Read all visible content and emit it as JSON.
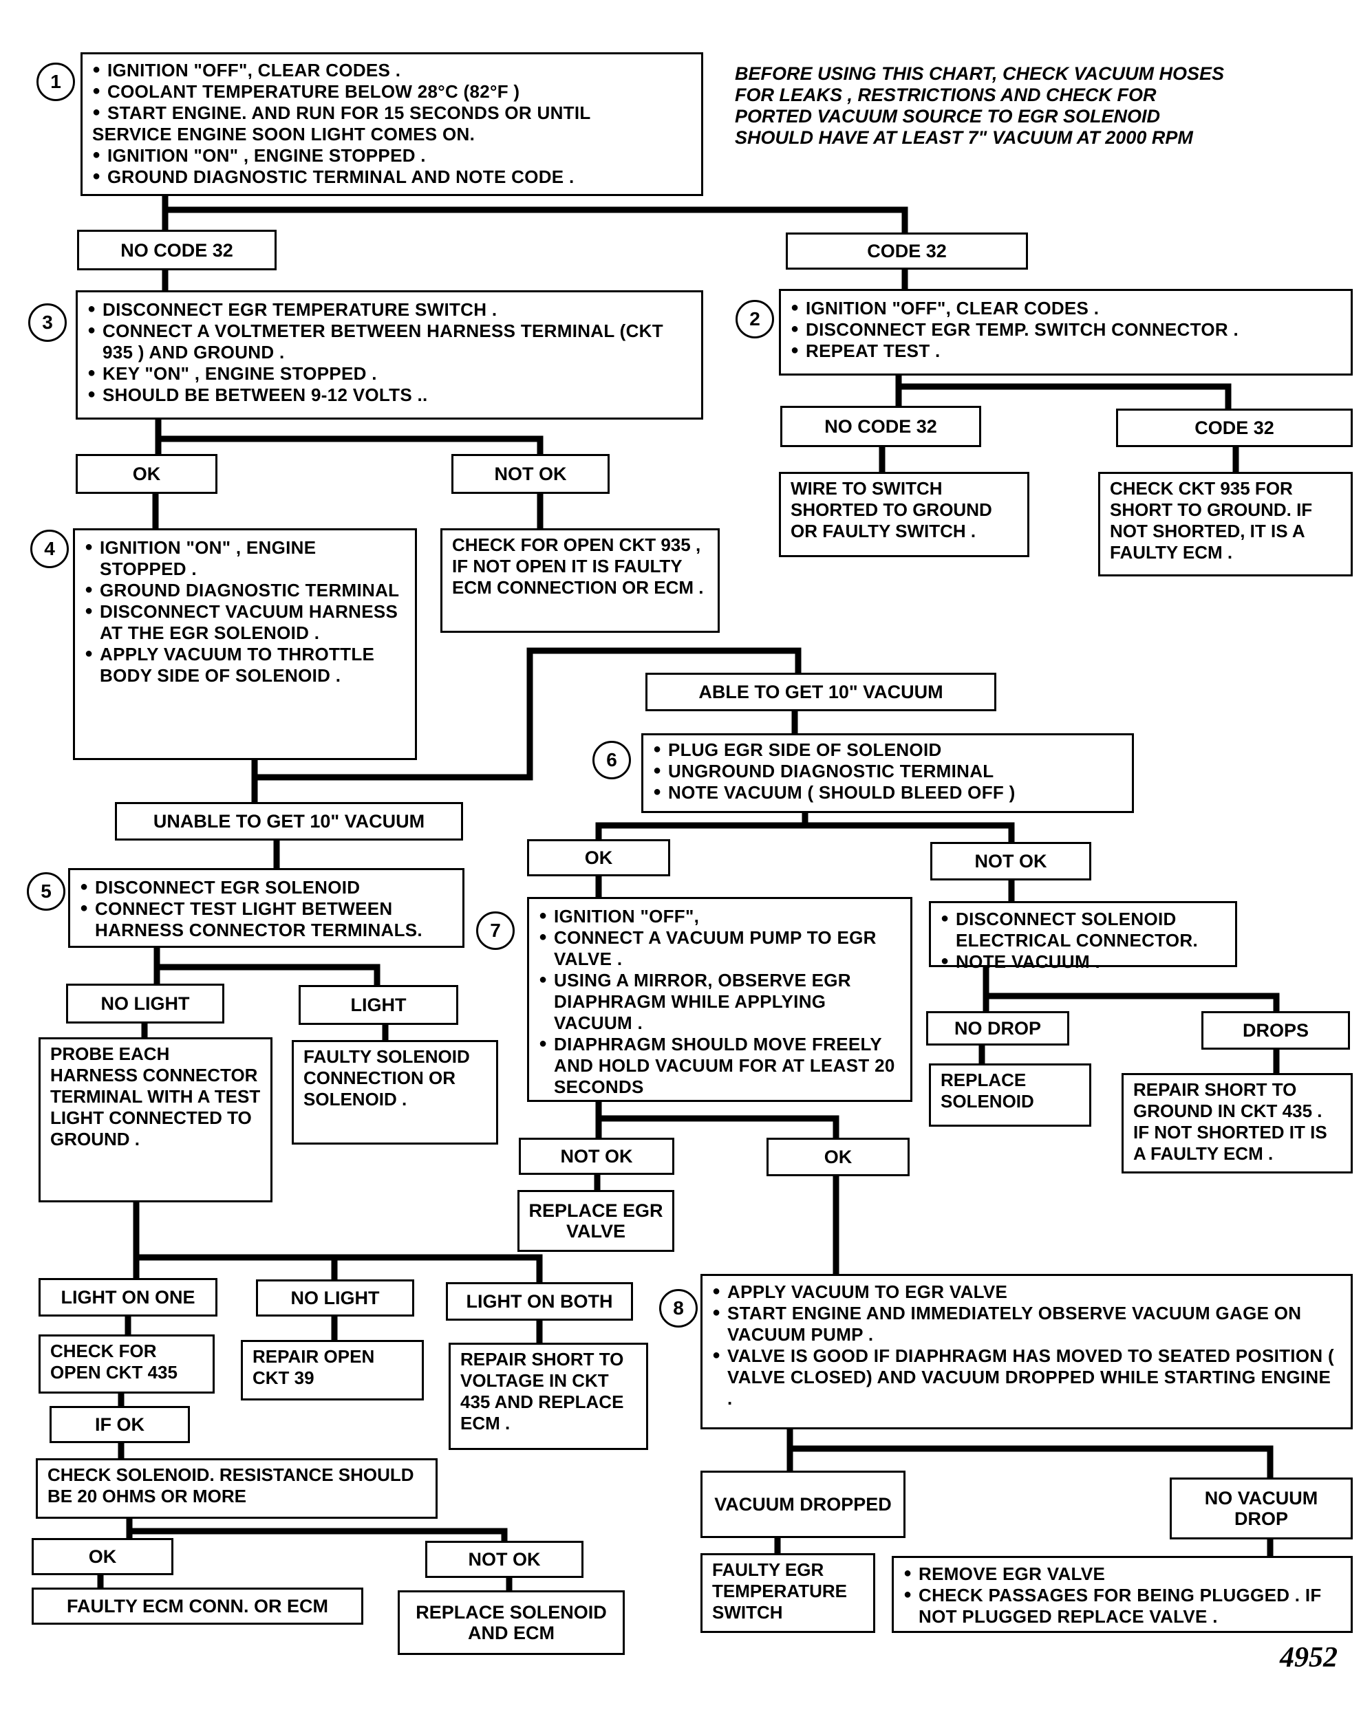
{
  "note": "BEFORE USING THIS CHART, CHECK VACUUM HOSES FOR LEAKS , RESTRICTIONS AND CHECK FOR PORTED VACUUM SOURCE TO EGR SOLENOID SHOULD HAVE AT LEAST 7\" VACUUM AT 2000 RPM",
  "figure_number": "4952",
  "steps": [
    {
      "num": "1",
      "items": [
        "IGNITION \"OFF\", CLEAR CODES .",
        "COOLANT TEMPERATURE BELOW 28°C (82°F )",
        "START ENGINE. AND RUN FOR 15 SECONDS OR UNTIL",
        "SERVICE ENGINE SOON LIGHT COMES ON.",
        "IGNITION \"ON\" , ENGINE STOPPED .",
        "GROUND DIAGNOSTIC TERMINAL AND NOTE CODE ."
      ]
    },
    {
      "num": "2",
      "items": [
        "IGNITION \"OFF\", CLEAR CODES .",
        "DISCONNECT EGR TEMP. SWITCH CONNECTOR .",
        "REPEAT TEST ."
      ]
    },
    {
      "num": "3",
      "items": [
        "DISCONNECT EGR TEMPERATURE SWITCH .",
        "CONNECT A VOLTMETER BETWEEN HARNESS TERMINAL (CKT 935 ) AND GROUND .",
        "KEY \"ON\" , ENGINE STOPPED .",
        "SHOULD BE BETWEEN 9-12 VOLTS .."
      ]
    },
    {
      "num": "4",
      "items": [
        "IGNITION \"ON\" , ENGINE STOPPED .",
        "GROUND DIAGNOSTIC TERMINAL",
        "DISCONNECT VACUUM HARNESS AT THE EGR SOLENOID .",
        "APPLY VACUUM TO THROTTLE BODY SIDE OF SOLENOID ."
      ]
    },
    {
      "num": "5",
      "items": [
        "DISCONNECT EGR SOLENOID",
        "CONNECT TEST LIGHT BETWEEN HARNESS CONNECTOR TERMINALS."
      ]
    },
    {
      "num": "6",
      "items": [
        "PLUG EGR SIDE OF SOLENOID",
        "UNGROUND DIAGNOSTIC TERMINAL",
        "NOTE VACUUM ( SHOULD BLEED OFF )"
      ]
    },
    {
      "num": "7",
      "items": [
        "IGNITION \"OFF\",",
        "CONNECT A VACUUM PUMP TO EGR VALVE .",
        "USING A MIRROR, OBSERVE EGR DIAPHRAGM WHILE APPLYING VACUUM .",
        "DIAPHRAGM SHOULD MOVE FREELY AND HOLD VACUUM FOR AT LEAST 20 SECONDS"
      ]
    },
    {
      "num": "8",
      "items": [
        "APPLY VACUUM TO EGR VALVE",
        "START ENGINE AND IMMEDIATELY OBSERVE VACUUM GAGE ON VACUUM PUMP .",
        "VALVE IS GOOD IF DIAPHRAGM HAS MOVED TO SEATED POSITION ( VALVE CLOSED) AND VACUUM DROPPED WHILE STARTING ENGINE ."
      ]
    }
  ],
  "step_extra": {
    "disconnect_solenoid": [
      "DISCONNECT SOLENOID ELECTRICAL CONNECTOR.",
      "NOTE VACUUM ."
    ],
    "remove_egr_valve": [
      "REMOVE EGR VALVE",
      "CHECK PASSAGES FOR BEING PLUGGED . IF NOT PLUGGED REPLACE VALVE ."
    ]
  },
  "labels": {
    "no_code_32_a": "NO CODE 32",
    "code_32_a": "CODE 32",
    "no_code_32_b": "NO CODE 32",
    "code_32_b": "CODE 32",
    "ok_3": "OK",
    "not_ok_3": "NOT OK",
    "able_10": "ABLE TO GET 10\" VACUUM",
    "unable_10": "UNABLE TO GET 10\" VACUUM",
    "ok_6": "OK",
    "not_ok_6": "NOT OK",
    "no_light_5": "NO LIGHT",
    "light_5": "LIGHT",
    "not_ok_7": "NOT OK",
    "ok_7": "OK",
    "no_drop": "NO DROP",
    "drops": "DROPS",
    "light_on_one": "LIGHT ON ONE",
    "no_light_probe": "NO LIGHT",
    "light_on_both": "LIGHT ON BOTH",
    "if_ok": "IF OK",
    "ok_res": "OK",
    "not_ok_res": "NOT OK",
    "vacuum_dropped": "VACUUM DROPPED",
    "no_vacuum_drop": "NO VACUUM DROP"
  },
  "results": {
    "wire_shorted": "WIRE TO SWITCH SHORTED TO GROUND OR FAULTY SWITCH .",
    "check_ckt935": "CHECK CKT 935 FOR SHORT TO GROUND. IF NOT SHORTED, IT IS A FAULTY ECM .",
    "check_open_935": "CHECK FOR OPEN CKT 935 , IF NOT OPEN IT IS FAULTY ECM CONNECTION OR ECM .",
    "probe": "PROBE EACH HARNESS CONNECTOR TERMINAL WITH A TEST LIGHT CONNECTED TO GROUND .",
    "faulty_solenoid_conn": "FAULTY SOLENOID CONNECTION OR SOLENOID .",
    "replace_egr_valve": "REPLACE EGR VALVE",
    "replace_solenoid": "REPLACE SOLENOID",
    "repair_short_435": "REPAIR SHORT TO GROUND IN CKT 435 . IF NOT SHORTED IT IS A FAULTY ECM .",
    "check_open_435": "CHECK FOR OPEN CKT 435",
    "repair_open_39": "REPAIR OPEN CKT 39",
    "repair_short_voltage": "REPAIR SHORT TO VOLTAGE IN CKT 435 AND REPLACE ECM .",
    "check_solenoid_resistance": "CHECK SOLENOID. RESISTANCE SHOULD BE 20 OHMS OR MORE",
    "faulty_ecm": "FAULTY ECM CONN. OR ECM",
    "replace_solenoid_ecm": "REPLACE SOLENOID AND ECM",
    "faulty_egr_temp_switch": "FAULTY EGR TEMPERATURE SWITCH"
  }
}
